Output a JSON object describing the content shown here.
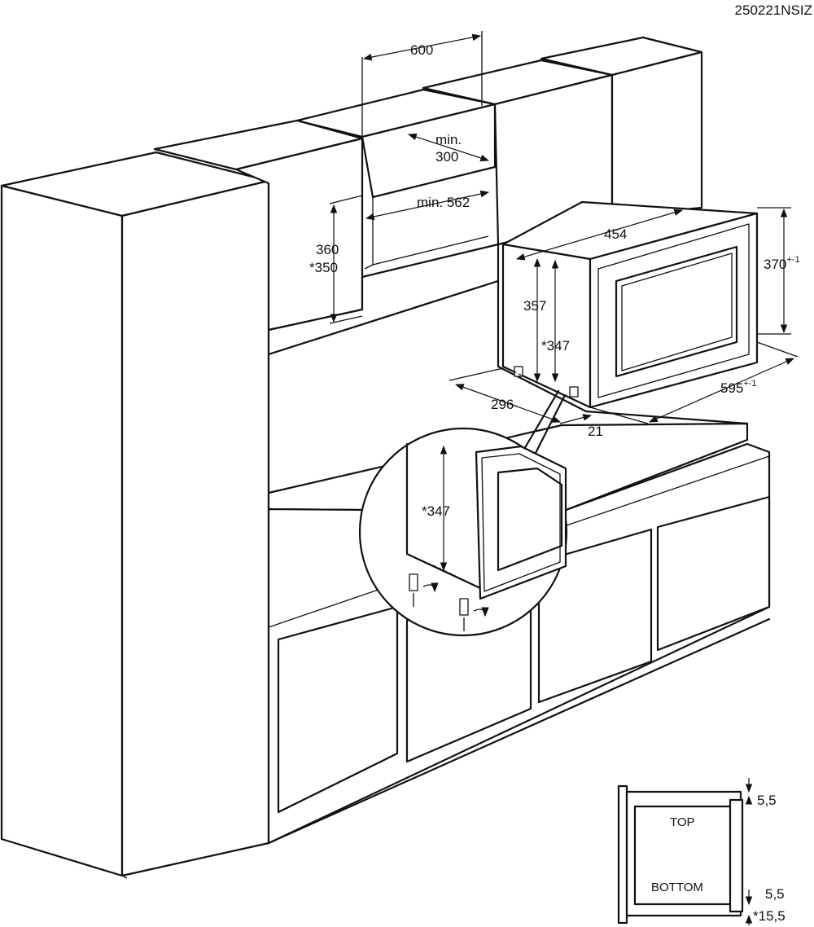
{
  "code": "250221NSIZ",
  "dims": {
    "width_niche": "600",
    "min_300_a": "min.",
    "min_300_b": "300",
    "min_562": "min. 562",
    "h360": "360",
    "h350": "*350",
    "d454": "454",
    "h370": "370",
    "h370_tol": "+-1",
    "h357": "357",
    "h347": "*347",
    "d296": "296",
    "d21": "21",
    "w595": "595",
    "w595_tol": "+-1",
    "zoom347": "*347",
    "s55_top": "5,5",
    "s55_bottom": "5,5",
    "s155": "*15,5"
  },
  "labels": {
    "top": "TOP",
    "bottom": "BOTTOM"
  }
}
